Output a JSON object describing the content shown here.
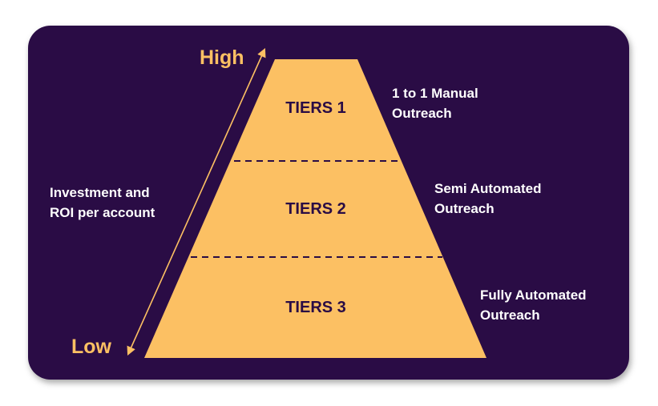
{
  "colors": {
    "background": "#2a0c45",
    "pyramid": "#fcc063",
    "divider": "#2a0c45",
    "axis_text": "#fcc063",
    "tier_text": "#2a0c45",
    "side_text": "#ffffff"
  },
  "axis": {
    "high_label": "High",
    "low_label": "Low",
    "description_line1": "Investment and",
    "description_line2": "ROI per account"
  },
  "tiers": [
    {
      "label": "TIERS 1",
      "desc_line1": "1 to 1 Manual",
      "desc_line2": "Outreach"
    },
    {
      "label": "TIERS 2",
      "desc_line1": "Semi Automated",
      "desc_line2": "Outreach"
    },
    {
      "label": "TIERS 3",
      "desc_line1": "Fully Automated",
      "desc_line2": "Outreach"
    }
  ]
}
